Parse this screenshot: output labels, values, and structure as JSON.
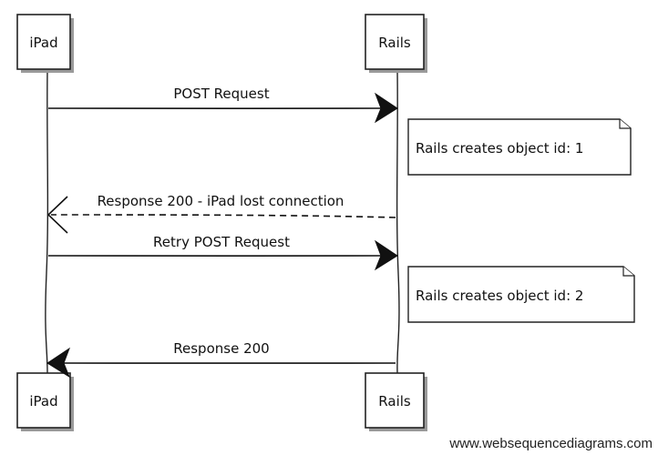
{
  "participants": {
    "left": "iPad",
    "right": "Rails"
  },
  "messages": {
    "m1": "POST Request",
    "m2": "Response 200 - iPad lost connection",
    "m3": "Retry POST Request",
    "m4": "Response 200"
  },
  "notes": {
    "n1": "Rails creates object id: 1",
    "n2": "Rails creates object id: 2"
  },
  "footer": "www.websequencediagrams.com"
}
